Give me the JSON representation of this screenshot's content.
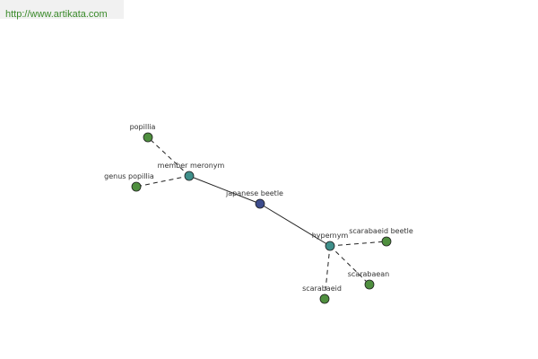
{
  "banner": {
    "url_text": "http://www.artikata.com"
  },
  "colors": {
    "banner_text": "#3a8a2a",
    "leaf_node": "#4f8f3f",
    "relation_node": "#3f8f8a",
    "center_node": "#3d4c8c",
    "node_stroke": "#1e1e1e",
    "edge": "#222222"
  },
  "graph": {
    "nodes": [
      {
        "id": "japanese-beetle",
        "label": "japanese beetle",
        "kind": "center"
      },
      {
        "id": "member-meronym",
        "label": "member meronym",
        "kind": "relation"
      },
      {
        "id": "hypernym",
        "label": "hypernym",
        "kind": "relation"
      },
      {
        "id": "popillia",
        "label": "popillia",
        "kind": "leaf"
      },
      {
        "id": "genus-popillia",
        "label": "genus popillia",
        "kind": "leaf"
      },
      {
        "id": "scarabaeid-beetle",
        "label": "scarabaeid beetle",
        "kind": "leaf"
      },
      {
        "id": "scarabaean",
        "label": "scarabaean",
        "kind": "leaf"
      },
      {
        "id": "scarabaeid",
        "label": "scarabaeid",
        "kind": "leaf"
      }
    ],
    "edges": [
      {
        "from": "japanese-beetle",
        "to": "member-meronym",
        "style": "solid"
      },
      {
        "from": "japanese-beetle",
        "to": "hypernym",
        "style": "solid"
      },
      {
        "from": "member-meronym",
        "to": "popillia",
        "style": "dashed"
      },
      {
        "from": "member-meronym",
        "to": "genus-popillia",
        "style": "dashed"
      },
      {
        "from": "hypernym",
        "to": "scarabaeid-beetle",
        "style": "dashed"
      },
      {
        "from": "hypernym",
        "to": "scarabaean",
        "style": "dashed"
      },
      {
        "from": "hypernym",
        "to": "scarabaeid",
        "style": "dashed"
      }
    ]
  }
}
